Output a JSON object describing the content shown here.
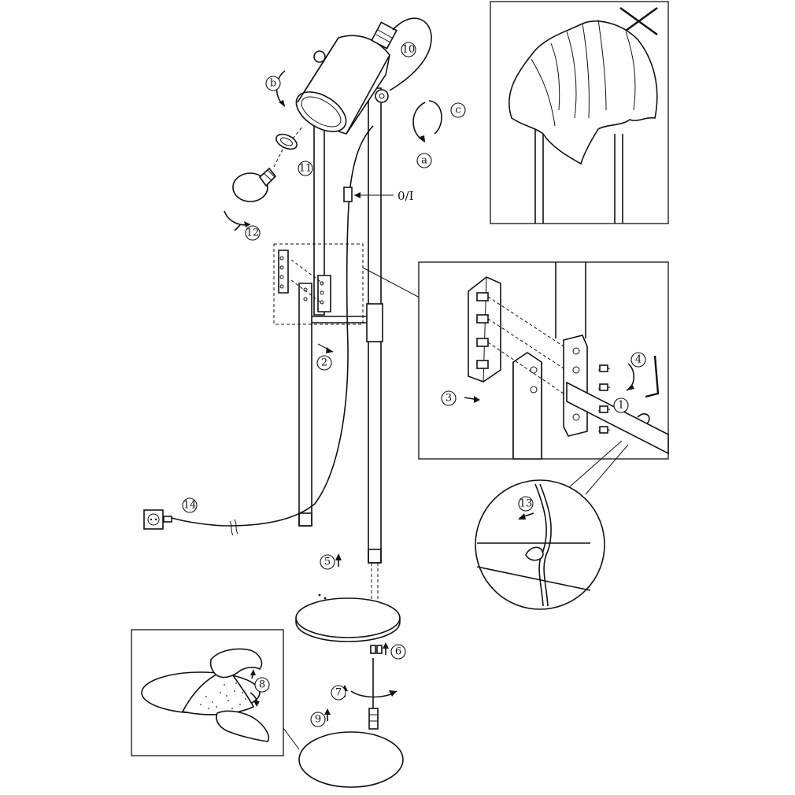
{
  "markers": {
    "m1": "1",
    "m2": "2",
    "m3": "3",
    "m4": "4",
    "m5": "5",
    "m6": "6",
    "m7": "7",
    "m8": "8",
    "m9": "9",
    "m10": "10",
    "m11": "11",
    "m12": "12",
    "m13": "13",
    "m14": "14",
    "ma": "a",
    "mb": "b",
    "mc": "c"
  },
  "switch_label": "0/I",
  "prohibited_symbol": "✕"
}
